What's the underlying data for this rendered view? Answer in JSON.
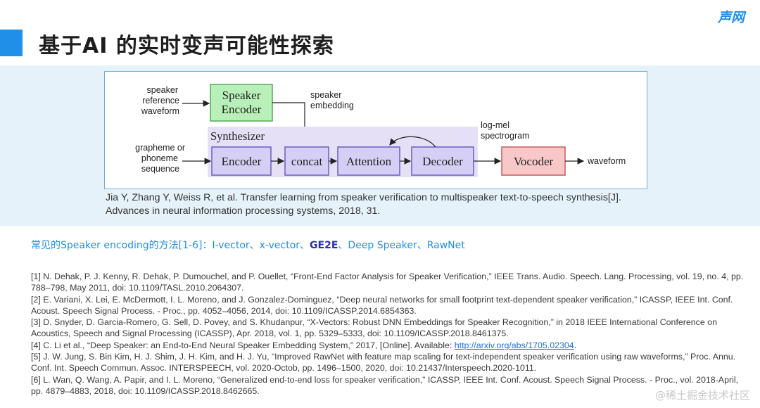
{
  "header": {
    "title": "基于AI 的实时变声可能性探索",
    "logo": "声网"
  },
  "diagram": {
    "inputs": {
      "speaker_reference": [
        "speaker",
        "reference",
        "waveform"
      ],
      "grapheme": [
        "grapheme or",
        "phoneme",
        "sequence"
      ]
    },
    "speaker_encoder": [
      "Speaker",
      "Encoder"
    ],
    "speaker_embedding": [
      "speaker",
      "embedding"
    ],
    "synthesizer_label": "Synthesizer",
    "encoder": "Encoder",
    "concat": "concat",
    "attention": "Attention",
    "decoder": "Decoder",
    "log_mel": [
      "log-mel",
      "spectrogram"
    ],
    "vocoder": "Vocoder",
    "waveform": "waveform",
    "colors": {
      "speaker_encoder_fill": "#b9f0b9",
      "speaker_encoder_stroke": "#55aa55",
      "synth_fill": "#e6e0f7",
      "block_fill": "#d6cff5",
      "block_stroke": "#6a5fbf",
      "vocoder_fill": "#f8c8c8",
      "vocoder_stroke": "#c85a5a"
    }
  },
  "citation": "Jia Y, Zhang Y, Weiss R, et al. Transfer learning from speaker verification to multispeaker text-to-speech synthesis[J]. Advances in neural information processing systems, 2018, 31.",
  "methods": {
    "prefix": "常见的Speaker encoding的方法[1-6]：I-vector、x-vector、",
    "highlight": "GE2E",
    "suffix": "、Deep Speaker、RawNet"
  },
  "references": [
    "[1] N. Dehak, P. J. Kenny, R. Dehak, P. Dumouchel, and P. Ouellet, “Front-End Factor Analysis for Speaker Verification,” IEEE Trans. Audio. Speech. Lang. Processing, vol. 19, no. 4, pp. 788–798, May 2011, doi: 10.1109/TASL.2010.2064307.",
    "[2] E. Variani, X. Lei, E. McDermott, I. L. Moreno, and J. Gonzalez-Dominguez, “Deep neural networks for small footprint text-dependent speaker verification,” ICASSP, IEEE Int. Conf. Acoust. Speech Signal Process. - Proc., pp. 4052–4056, 2014, doi: 10.1109/ICASSP.2014.6854363.",
    "[3] D. Snyder, D. Garcia-Romero, G. Sell, D. Povey, and S. Khudanpur, “X-Vectors: Robust DNN Embeddings for Speaker Recognition,” in 2018 IEEE International Conference on Acoustics, Speech and Signal Processing (ICASSP), Apr. 2018, vol. 1, pp. 5329–5333, doi: 10.1109/ICASSP.2018.8461375.",
    "[5] J. W. Jung, S. Bin Kim, H. J. Shim, J. H. Kim, and H. J. Yu, “Improved RawNet with feature map scaling for text-independent speaker verification using raw waveforms,” Proc. Annu. Conf. Int. Speech Commun. Assoc. INTERSPEECH, vol. 2020-Octob, pp. 1496–1500, 2020, doi: 10.21437/Interspeech.2020-1011.",
    "[6] L. Wan, Q. Wang, A. Papir, and I. L. Moreno, “Generalized end-to-end loss for speaker verification,” ICASSP, IEEE Int. Conf. Acoust. Speech Signal Process. - Proc., vol. 2018-April, pp. 4879–4883, 2018, doi: 10.1109/ICASSP.2018.8462665."
  ],
  "ref4": {
    "text": "[4] C. Li et al., “Deep Speaker: an End-to-End Neural Speaker Embedding System,” 2017, [Online]. Available: ",
    "link": "http://arxiv.org/abs/1705.02304",
    "end": "."
  },
  "watermark": "@稀土掘金技术社区"
}
